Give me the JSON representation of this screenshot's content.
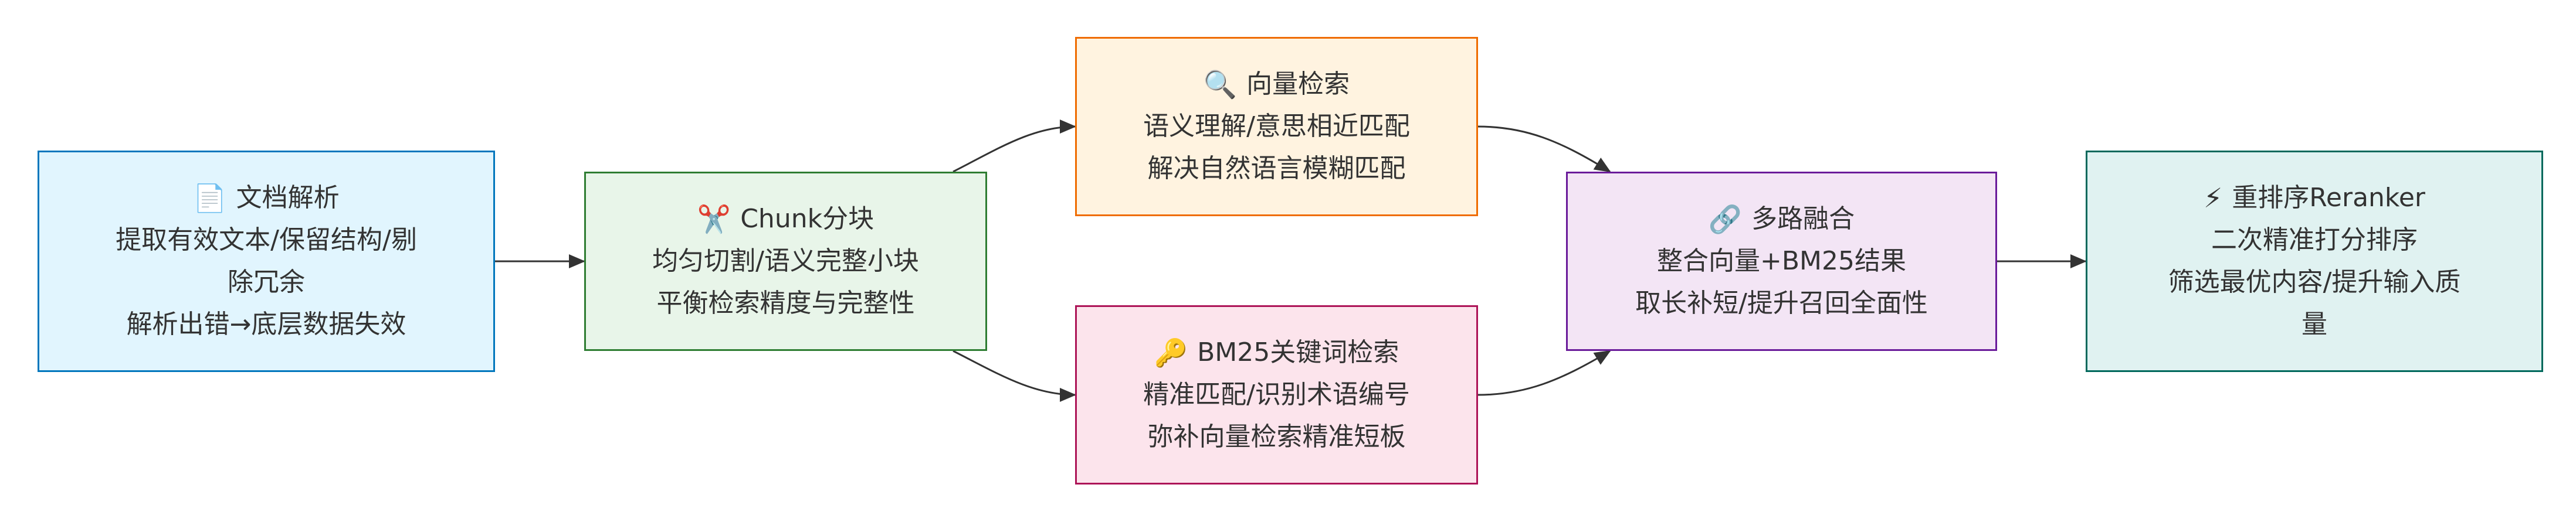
{
  "nodes": {
    "parse": {
      "icon": "page-icon",
      "glyph": "📄",
      "title": "文档解析",
      "lines": [
        "提取有效文本/保留结构/剔",
        "除冗余",
        "解析出错→底层数据失效"
      ]
    },
    "chunk": {
      "icon": "scissors-icon",
      "glyph": "✂️",
      "title": "Chunk分块",
      "lines": [
        "均匀切割/语义完整小块",
        "平衡检索精度与完整性"
      ]
    },
    "vector": {
      "icon": "magnifier-icon",
      "glyph": "🔍",
      "title": "向量检索",
      "lines": [
        "语义理解/意思相近匹配",
        "解决自然语言模糊匹配"
      ]
    },
    "bm25": {
      "icon": "key-icon",
      "glyph": "🔑",
      "title": "BM25关键词检索",
      "lines": [
        "精准匹配/识别术语编号",
        "弥补向量检索精准短板"
      ]
    },
    "fusion": {
      "icon": "link-icon",
      "glyph": "🔗",
      "title": "多路融合",
      "lines": [
        "整合向量+BM25结果",
        "取长补短/提升召回全面性"
      ]
    },
    "rerank": {
      "icon": "lightning-icon",
      "glyph": "⚡",
      "title": "重排序Reranker",
      "lines": [
        "二次精准打分排序",
        "筛选最优内容/提升输入质",
        "量"
      ]
    }
  },
  "colors": {
    "edge": "#333333",
    "parse_fill": "#e1f5fe",
    "parse_border": "#0277bd",
    "chunk_fill": "#e8f5e9",
    "chunk_border": "#2e7d32",
    "vector_fill": "#fff3e0",
    "vector_border": "#ef6c00",
    "bm25_fill": "#fce4ec",
    "bm25_border": "#ad1457",
    "fusion_fill": "#f3e5f5",
    "fusion_border": "#6a1b9a",
    "rerank_fill": "#e0f2f1",
    "rerank_border": "#00695c"
  },
  "edges": [
    {
      "from": "parse",
      "to": "chunk"
    },
    {
      "from": "chunk",
      "to": "vector"
    },
    {
      "from": "chunk",
      "to": "bm25"
    },
    {
      "from": "vector",
      "to": "fusion"
    },
    {
      "from": "bm25",
      "to": "fusion"
    },
    {
      "from": "fusion",
      "to": "rerank"
    }
  ]
}
